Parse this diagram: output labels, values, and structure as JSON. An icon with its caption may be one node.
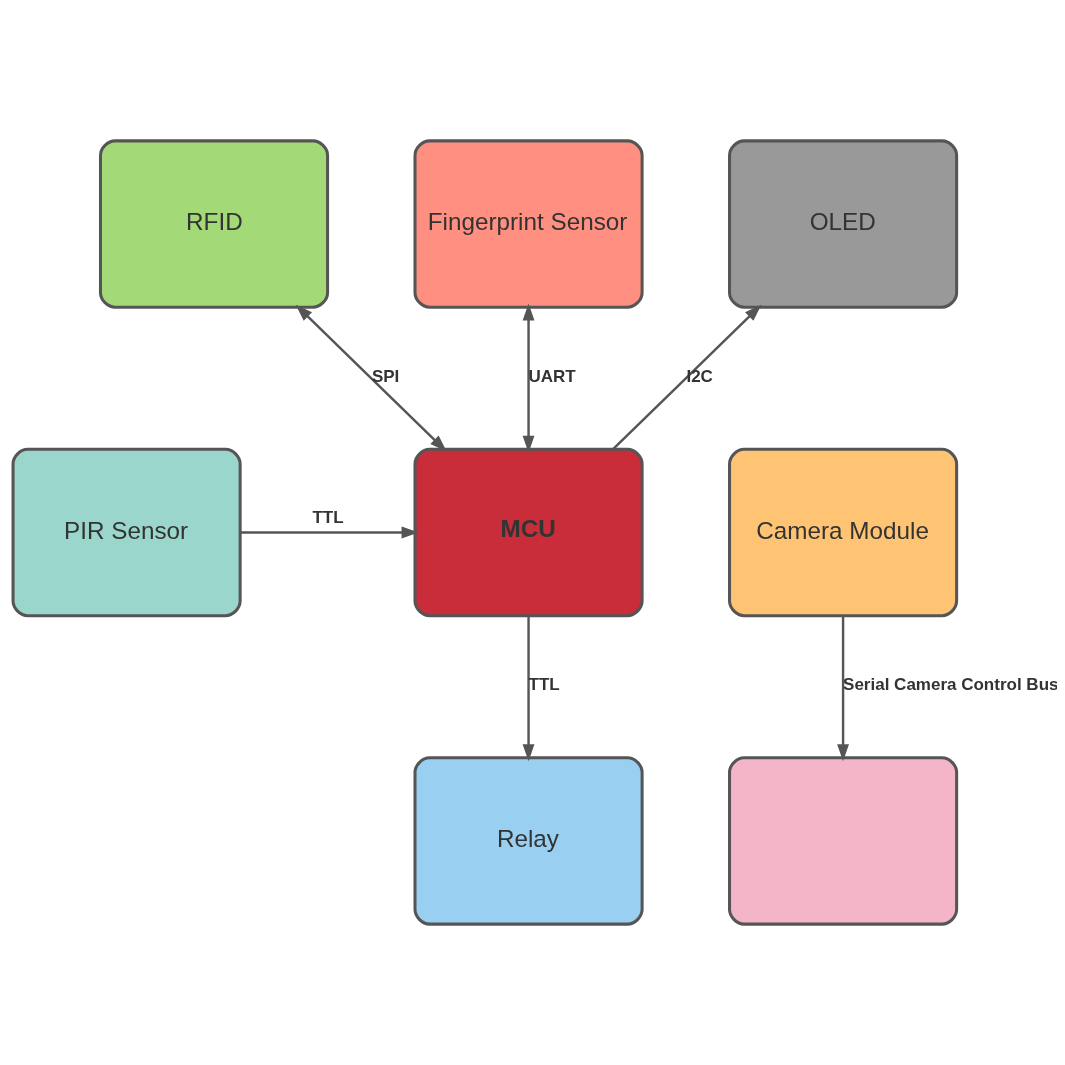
{
  "diagram": {
    "nodes": [
      {
        "text": [
          "RFID"
        ]
      },
      {
        "text": [
          "Fingerprint Sensor"
        ]
      },
      {
        "text": [
          "OLED"
        ]
      },
      {
        "text": [
          "PIR Sensor"
        ]
      },
      {
        "text": [
          "MCU"
        ]
      },
      {
        "text": [
          "Camera Module"
        ]
      },
      {
        "text": [
          "Relay"
        ]
      },
      {
        "text": [],
        "shape": "box"
      }
    ],
    "edges": [
      {
        "from": 4,
        "to": 0,
        "arrow": "both",
        "label": "SPI"
      },
      {
        "from": 4,
        "to": 1,
        "arrow": "both",
        "label": "UART"
      },
      {
        "from": 4,
        "to": 2,
        "arrow": "to",
        "label": "I2C"
      },
      {
        "from": 3,
        "to": 4,
        "arrow": "to",
        "label": "TTL"
      },
      {
        "from": 4,
        "to": 6,
        "arrow": "to",
        "label": "TTL"
      },
      {
        "from": 5,
        "to": 7,
        "arrow": "to",
        "label": "Serial Camera Control Bus"
      }
    ]
  }
}
